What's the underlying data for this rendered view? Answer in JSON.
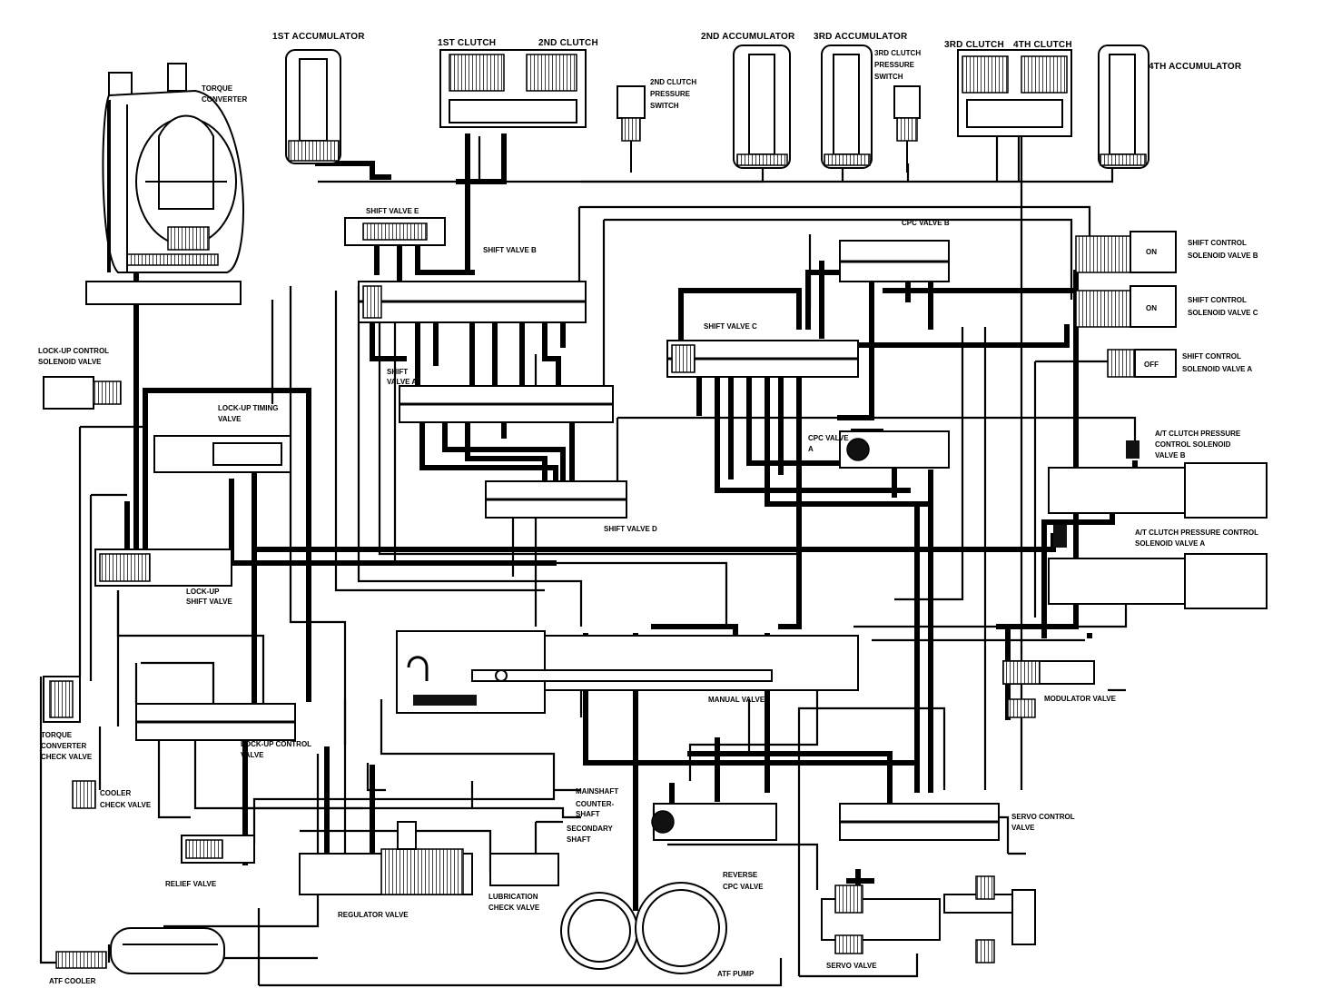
{
  "labels": {
    "acc1": "1ST ACCUMULATOR",
    "clutch1": "1ST CLUTCH",
    "clutch2": "2ND CLUTCH",
    "psw2_l1": "2ND CLUTCH",
    "psw2_l2": "PRESSURE",
    "psw2_l3": "SWITCH",
    "acc2": "2ND ACCUMULATOR",
    "acc3": "3RD ACCUMULATOR",
    "psw3_l1": "3RD CLUTCH",
    "psw3_l2": "PRESSURE",
    "psw3_l3": "SWITCH",
    "clutch3": "3RD CLUTCH",
    "clutch4": "4TH CLUTCH",
    "acc4": "4TH ACCUMULATOR",
    "tc_l1": "TORQUE",
    "tc_l2": "CONVERTER",
    "shift_e": "SHIFT VALVE E",
    "shift_b": "SHIFT VALVE B",
    "cpc_b": "CPC VALVE B",
    "scsv_b_l1": "SHIFT CONTROL",
    "scsv_b_l2": "SOLENOID VALVE B",
    "scsv_c_l1": "SHIFT CONTROL",
    "scsv_c_l2": "SOLENOID VALVE C",
    "scsv_a_l1": "SHIFT CONTROL",
    "scsv_a_l2": "SOLENOID VALVE A",
    "on_b": "ON",
    "on_c": "ON",
    "off_a": "OFF",
    "lucsv_l1": "LOCK-UP CONTROL",
    "lucsv_l2": "SOLENOID VALVE",
    "lut_l1": "LOCK-UP TIMING",
    "lut_l2": "VALVE",
    "shift_a_l1": "SHIFT",
    "shift_a_l2": "VALVE A",
    "shift_c": "SHIFT VALVE C",
    "cpc_a_l1": "CPC VALVE",
    "cpc_a_l2": "A",
    "atcp_b_l1": "A/T CLUTCH PRESSURE",
    "atcp_b_l2": "CONTROL SOLENOID",
    "atcp_b_l3": "VALVE B",
    "atcp_a_l1": "A/T CLUTCH PRESSURE CONTROL",
    "atcp_a_l2": "SOLENOID VALVE A",
    "shift_d": "SHIFT VALVE D",
    "lus_l1": "LOCK-UP",
    "lus_l2": "SHIFT VALVE",
    "manual": "MANUAL VALVE",
    "modulator": "MODULATOR VALVE",
    "tccv_l1": "TORQUE",
    "tccv_l2": "CONVERTER",
    "tccv_l3": "CHECK VALVE",
    "luc_l1": "LOCK-UP CONTROL",
    "luc_l2": "VALVE",
    "cooler_l1": "COOLER",
    "cooler_l2": "CHECK VALVE",
    "mainshaft": "MAINSHAFT",
    "counter_l1": "COUNTER-",
    "counter_l2": "SHAFT",
    "secondary_l1": "SECONDARY",
    "secondary_l2": "SHAFT",
    "servo_ctrl_l1": "SERVO CONTROL",
    "servo_ctrl_l2": "VALVE",
    "relief": "RELIEF VALVE",
    "lube_l1": "LUBRICATION",
    "lube_l2": "CHECK VALVE",
    "regulator": "REGULATOR VALVE",
    "rev_cpc_l1": "REVERSE",
    "rev_cpc_l2": "CPC VALVE",
    "servo": "SERVO VALVE",
    "atf_cooler": "ATF COOLER",
    "atf_pump": "ATF PUMP"
  }
}
